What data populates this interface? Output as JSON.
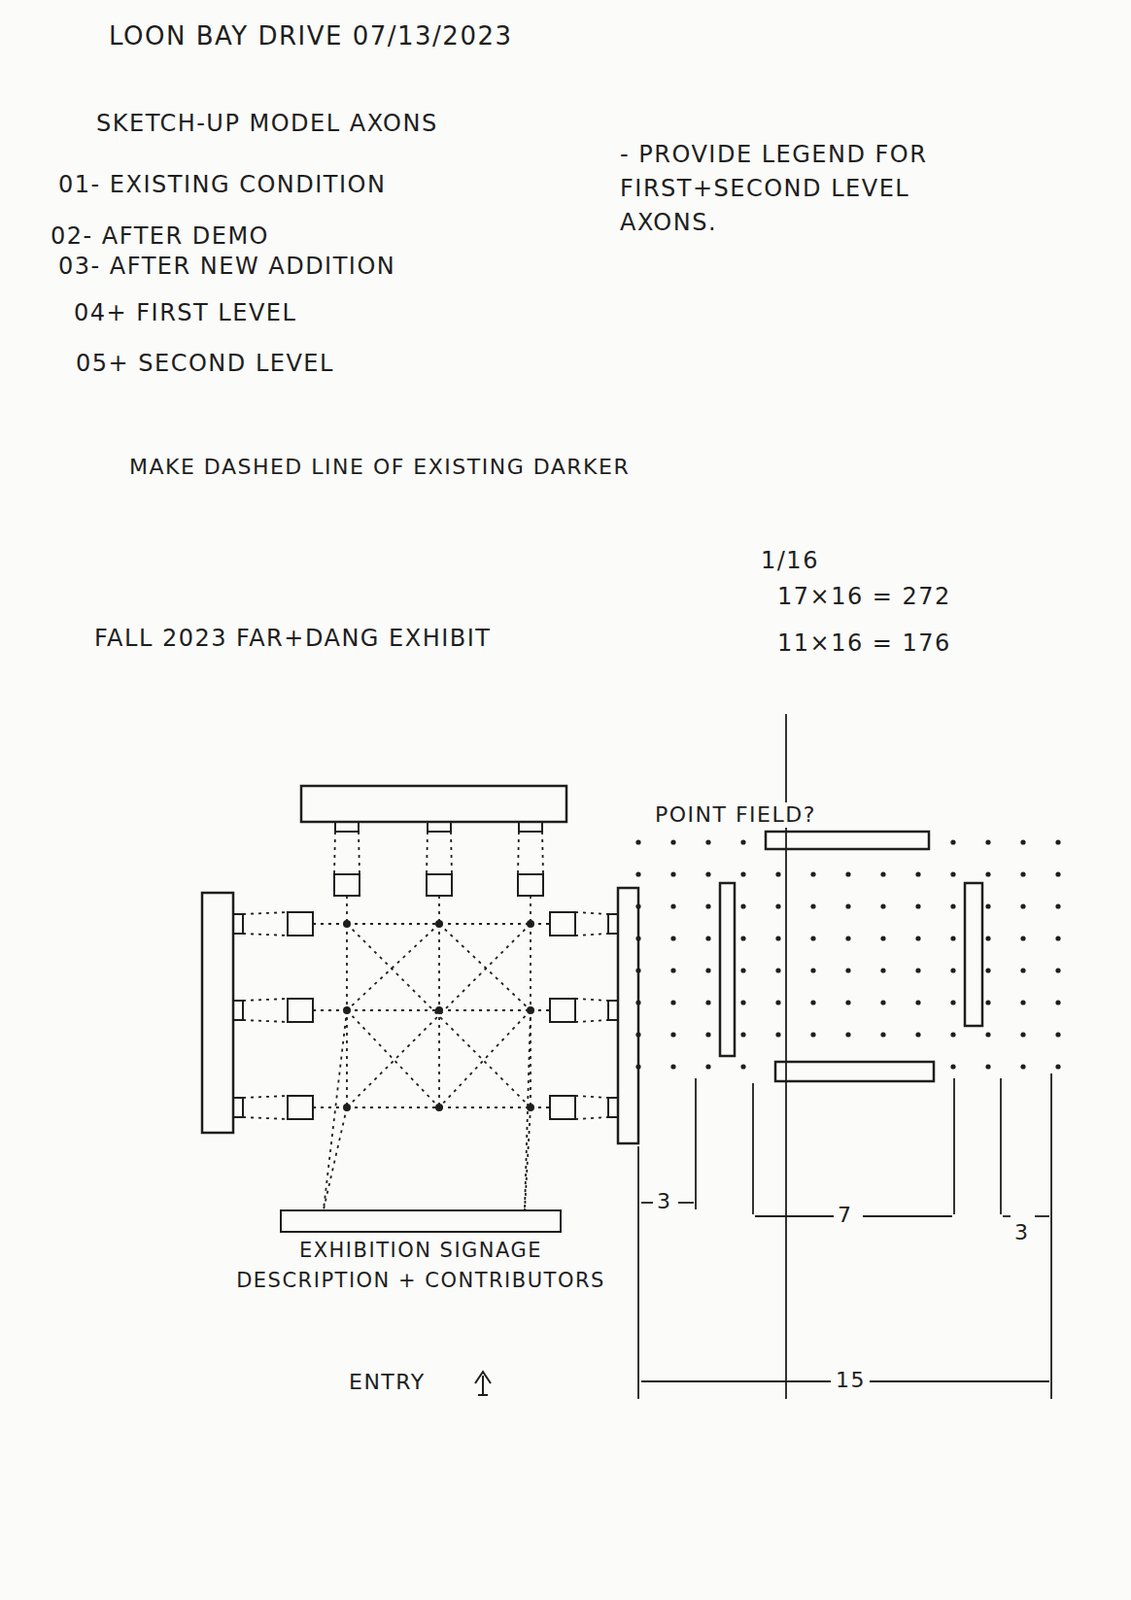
{
  "diagram": {
    "title": "LOON BAY DRIVE 07/13/2023",
    "nodes": [
      {
        "text": [
          "EXHIBITION SIGNAGE",
          "DESCRIPTION + CONTRIBUTORS"
        ]
      }
    ],
    "labels": [
      "SKETCH-UP MODEL AXONS",
      "01- EXISTING CONDITION",
      "02- AFTER DEMO",
      "03- AFTER NEW ADDITION",
      "04+ FIRST LEVEL",
      "05+ SECOND LEVEL",
      "- PROVIDE LEGEND FOR FIRST+SECOND LEVEL AXONS.",
      "MAKE DASHED LINE OF EXISTING DARKER",
      "1/16",
      "FALL 2023 FAR+DANG EXHIBIT",
      "17×16 = 272",
      "11×16 = 176",
      "POINT FIELD?",
      "3",
      "7",
      "3",
      "15",
      "ENTRY"
    ]
  }
}
